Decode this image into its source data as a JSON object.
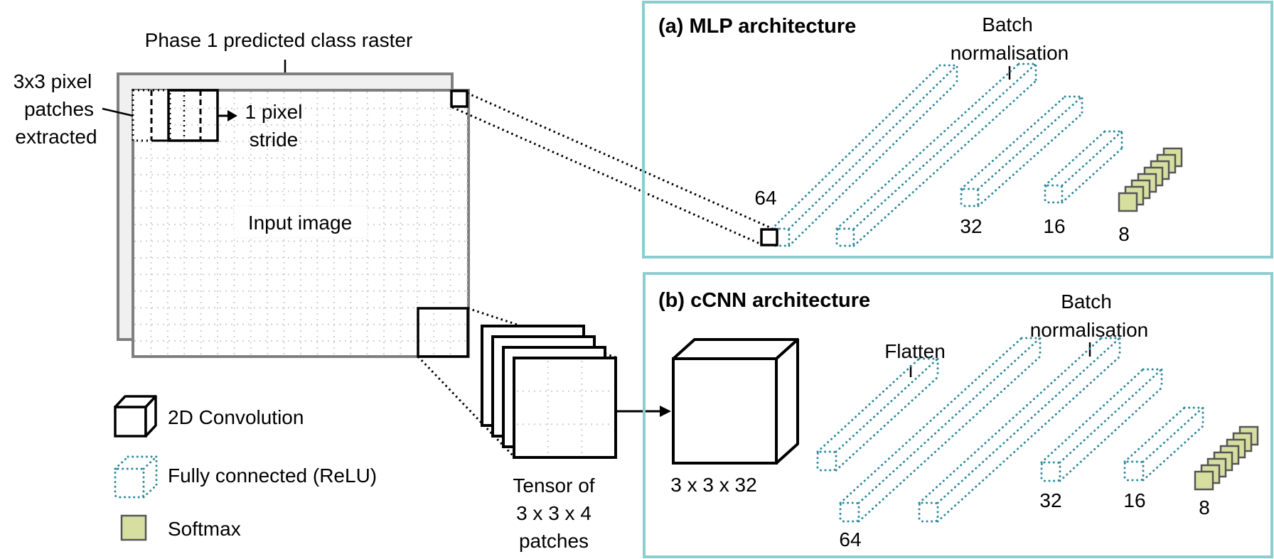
{
  "colors": {
    "panel_border": "#8ecdcf",
    "fc_dots": "#2f8a9c",
    "softmax_fill": "#d6dfa0",
    "softmax_stroke": "#555555",
    "raster_border": "#7f7f7f",
    "raster_fill": "#f0f0f0",
    "grid_dots": "#d0d0d0"
  },
  "input": {
    "raster_label": "Phase 1 predicted class raster",
    "patch_label_lines": [
      "3x3 pixel",
      "patches",
      "extracted"
    ],
    "stride_label_lines": [
      "1 pixel",
      "stride"
    ],
    "image_label": "Input image",
    "tensor_label_lines": [
      "Tensor of",
      "3 x 3 x 4",
      "patches"
    ]
  },
  "legend": {
    "items": [
      {
        "icon": "cube-icon",
        "label": "2D Convolution"
      },
      {
        "icon": "dotted-cube-icon",
        "label": "Fully connected (ReLU)"
      },
      {
        "icon": "softmax-square-icon",
        "label": "Softmax"
      }
    ]
  },
  "mlp": {
    "title": "(a) MLP architecture",
    "batchnorm_lines": [
      "Batch",
      "normalisation"
    ],
    "layers": [
      "64",
      "32",
      "16",
      "8"
    ]
  },
  "ccnn": {
    "title": "(b) cCNN architecture",
    "conv_label": "3 x 3 x 32",
    "flatten_label": "Flatten",
    "batchnorm_lines": [
      "Batch",
      "normalisation"
    ],
    "layers": [
      "64",
      "32",
      "16",
      "8"
    ]
  }
}
